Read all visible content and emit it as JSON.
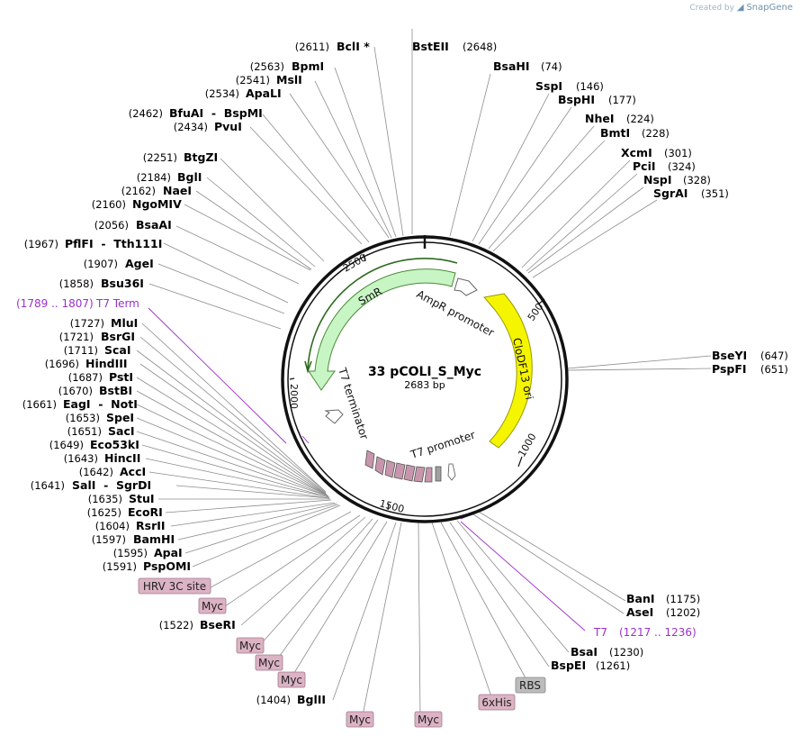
{
  "watermark": {
    "prefix": "Created by",
    "brand": "SnapGene"
  },
  "plasmid": {
    "name": "33 pCOLI_S_Myc",
    "length_text": "2683 bp"
  },
  "ticks": [
    "500",
    "1000",
    "1500",
    "2000",
    "2500"
  ],
  "features": {
    "smr": "SmR",
    "ampr_promoter": "AmpR promoter",
    "clodf13_ori": "CloDF13 ori",
    "t7_terminator": "T7 terminator",
    "t7_promoter": "T7 promoter"
  },
  "right_sites": [
    {
      "name": "BstEII",
      "pos": "(2648)"
    },
    {
      "name": "BsaHI",
      "pos": "(74)"
    },
    {
      "name": "SspI",
      "pos": "(146)"
    },
    {
      "name": "BspHI",
      "pos": "(177)"
    },
    {
      "name": "NheI",
      "pos": "(224)"
    },
    {
      "name": "BmtI",
      "pos": "(228)"
    },
    {
      "name": "XcmI",
      "pos": "(301)"
    },
    {
      "name": "PciI",
      "pos": "(324)"
    },
    {
      "name": "NspI",
      "pos": "(328)"
    },
    {
      "name": "SgrAI",
      "pos": "(351)"
    },
    {
      "name": "BseYI",
      "pos": "(647)"
    },
    {
      "name": "PspFI",
      "pos": "(651)"
    },
    {
      "name": "BanI",
      "pos": "(1175)"
    },
    {
      "name": "AseI",
      "pos": "(1202)"
    },
    {
      "name": "BsaI",
      "pos": "(1230)"
    },
    {
      "name": "BspEI",
      "pos": "(1261)"
    }
  ],
  "left_sites": [
    {
      "pos": "(2611)",
      "name": "BclI *"
    },
    {
      "pos": "(2563)",
      "name": "BpmI"
    },
    {
      "pos": "(2541)",
      "name": "MslI"
    },
    {
      "pos": "(2534)",
      "name": "ApaLI"
    },
    {
      "pos": "(2462)",
      "name": "BfuAI  -  BspMI"
    },
    {
      "pos": "(2434)",
      "name": "PvuI"
    },
    {
      "pos": "(2251)",
      "name": "BtgZI"
    },
    {
      "pos": "(2184)",
      "name": "BglI"
    },
    {
      "pos": "(2162)",
      "name": "NaeI"
    },
    {
      "pos": "(2160)",
      "name": "NgoMIV"
    },
    {
      "pos": "(2056)",
      "name": "BsaAI"
    },
    {
      "pos": "(1967)",
      "name": "PflFI  -  Tth111I"
    },
    {
      "pos": "(1907)",
      "name": "AgeI"
    },
    {
      "pos": "(1858)",
      "name": "Bsu36I"
    },
    {
      "pos": "(1727)",
      "name": "MluI"
    },
    {
      "pos": "(1721)",
      "name": "BsrGI"
    },
    {
      "pos": "(1711)",
      "name": "ScaI"
    },
    {
      "pos": "(1696)",
      "name": "HindIII"
    },
    {
      "pos": "(1687)",
      "name": "PstI"
    },
    {
      "pos": "(1670)",
      "name": "BstBI"
    },
    {
      "pos": "(1661)",
      "name": "EagI  -  NotI"
    },
    {
      "pos": "(1653)",
      "name": "SpeI"
    },
    {
      "pos": "(1651)",
      "name": "SacI"
    },
    {
      "pos": "(1649)",
      "name": "Eco53kI"
    },
    {
      "pos": "(1643)",
      "name": "HincII"
    },
    {
      "pos": "(1642)",
      "name": "AccI"
    },
    {
      "pos": "(1641)",
      "name": "SalI  -  SgrDI"
    },
    {
      "pos": "(1635)",
      "name": "StuI"
    },
    {
      "pos": "(1625)",
      "name": "EcoRI"
    },
    {
      "pos": "(1604)",
      "name": "RsrII"
    },
    {
      "pos": "(1597)",
      "name": "BamHI"
    },
    {
      "pos": "(1595)",
      "name": "ApaI"
    },
    {
      "pos": "(1591)",
      "name": "PspOMI"
    },
    {
      "pos": "(1522)",
      "name": "BseRI"
    },
    {
      "pos": "(1404)",
      "name": "BglII"
    }
  ],
  "primers": {
    "t7_term": {
      "range": "(1789 .. 1807)",
      "name": "T7 Term"
    },
    "t7": {
      "name": "T7",
      "range": "(1217 .. 1236)"
    }
  },
  "tags": [
    "HRV 3C site",
    "Myc",
    "Myc",
    "Myc",
    "Myc",
    "Myc",
    "Myc",
    "RBS",
    "6xHis"
  ],
  "colors": {
    "smr": "#c8f5c4",
    "smr_stroke": "#4a8a3a",
    "ori": "#f5f500",
    "primer": "#9b30c8",
    "tag": "#dcb3c4",
    "rbs": "#bcbcbc",
    "line": "#888888"
  }
}
